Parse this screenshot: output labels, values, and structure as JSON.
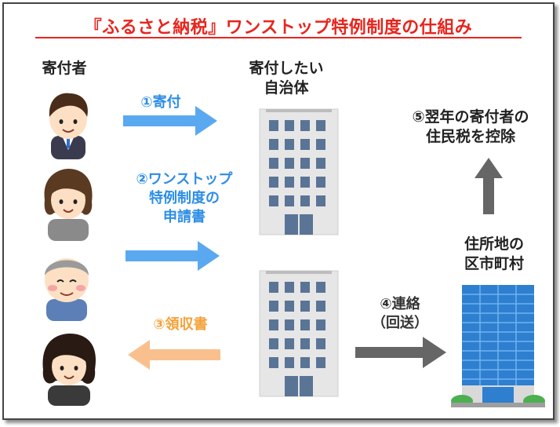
{
  "title": "『ふるさと納税』ワンストップ特例制度の仕組み",
  "labels": {
    "donor": "寄付者",
    "target_municipality": [
      "寄付したい",
      "自治体"
    ],
    "resident_municipality": [
      "住所地の",
      "区市町村"
    ],
    "deduction": [
      "⑤翌年の寄付者の",
      "住民税を控除"
    ]
  },
  "steps": {
    "step1": "①寄付",
    "step2": [
      "②ワンストップ",
      "特例制度の",
      "申請書"
    ],
    "step3": "③領収書",
    "step4": [
      "④連絡",
      "（回送）"
    ]
  },
  "colors": {
    "title": "#e8251d",
    "blue_arrow": "#5aa9f0",
    "orange_arrow": "#f9c08e",
    "gray_arrow": "#666666",
    "blue_text": "#2d8ee6",
    "orange_text": "#f4a23a"
  }
}
